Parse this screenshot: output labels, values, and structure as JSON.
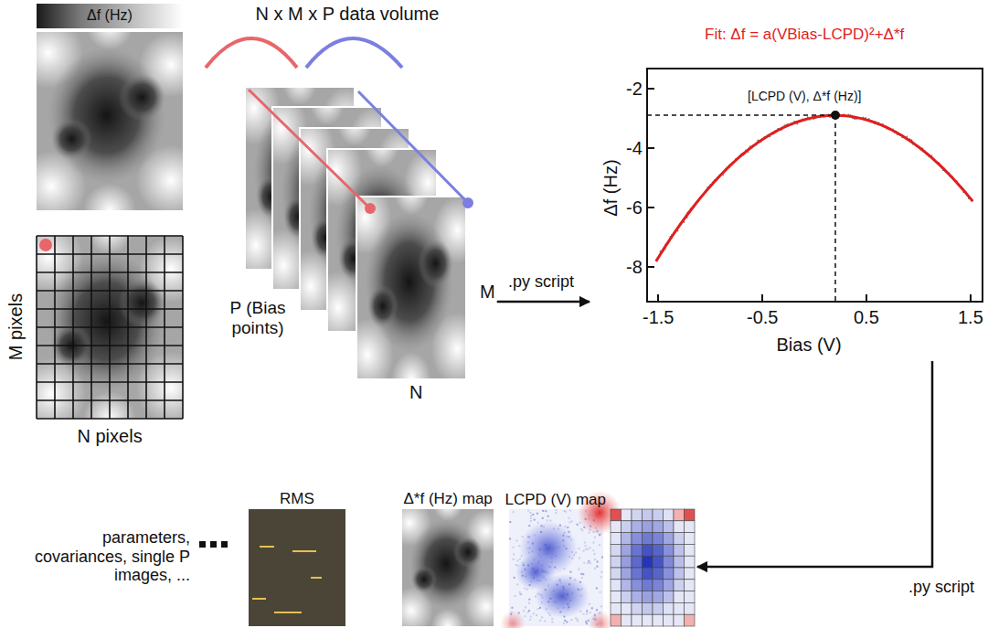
{
  "diagram": {
    "nodes": [
      {
        "text": [
          "N x M x P data volume",
          "P (Bias points)",
          "M",
          "N"
        ]
      },
      {
        "text": [
          "Fit: Δf = a(VBias-LCPD)²+Δ*f",
          "[LCPD (V), Δ*f (Hz)]",
          "Δf (Hz)",
          "Bias (V)"
        ]
      },
      {
        "text": [
          "LCPD (V) map"
        ]
      }
    ],
    "edges": [
      {
        "from": 0,
        "to": 1,
        "label": ".py script",
        "arrow": "to"
      },
      {
        "from": 1,
        "to": 2,
        "label": ".py script",
        "arrow": "to"
      }
    ],
    "labels": [
      "Δf (Hz)",
      "M pixels",
      "N pixels",
      "-2",
      "-4",
      "-6",
      "-8",
      "-1.5",
      "-0.5",
      "0.5",
      "1.5",
      "RMS",
      "Δ*f (Hz) map",
      "parameters, covariances, single P images, ..."
    ]
  }
}
